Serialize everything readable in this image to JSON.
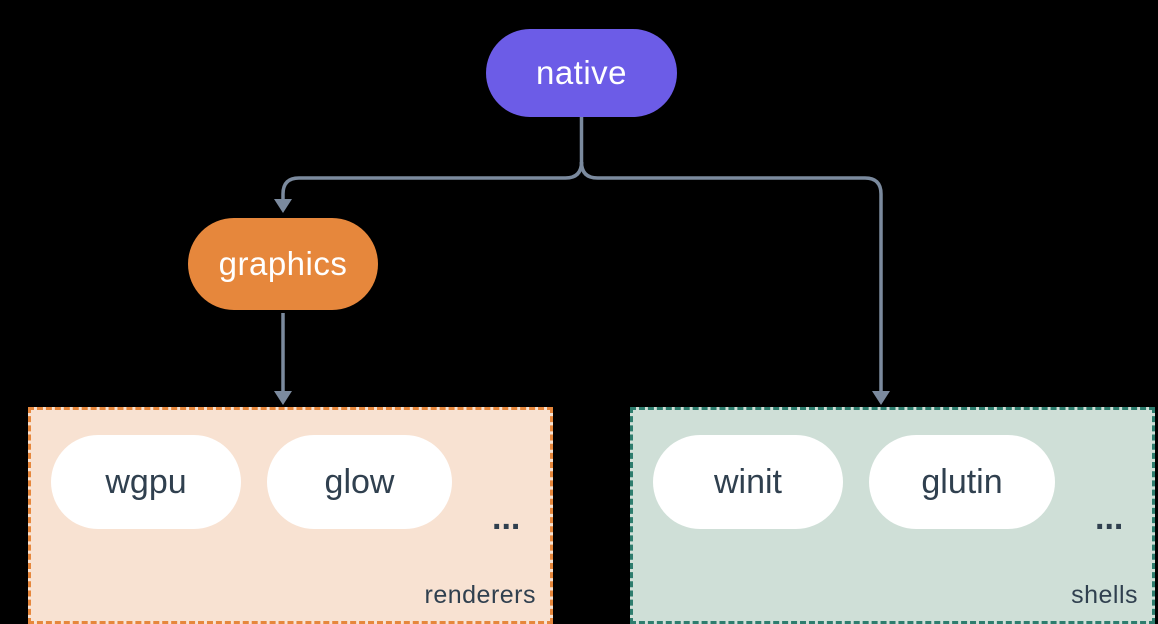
{
  "diagram": {
    "title": "native architecture diagram",
    "background_color": "#000000",
    "connector_color": "#7B8A9E",
    "text_dark_color": "#30404F",
    "nodes": {
      "native": {
        "label": "native",
        "color": "#6C5CE7",
        "text_color": "#FFFFFF"
      },
      "graphics": {
        "label": "graphics",
        "color": "#E6873C",
        "text_color": "#FFFFFF"
      }
    },
    "groups": {
      "renderers": {
        "label": "renderers",
        "background": "#F8E2D2",
        "border_color": "#E6873C",
        "items": [
          "wgpu",
          "glow"
        ],
        "ellipsis": "..."
      },
      "shells": {
        "label": "shells",
        "background": "#CFDFD7",
        "border_color": "#2E7D6E",
        "items": [
          "winit",
          "glutin"
        ],
        "ellipsis": "..."
      }
    },
    "edges": [
      {
        "from": "native",
        "to": "graphics"
      },
      {
        "from": "native",
        "to": "shells"
      },
      {
        "from": "graphics",
        "to": "renderers"
      }
    ]
  }
}
